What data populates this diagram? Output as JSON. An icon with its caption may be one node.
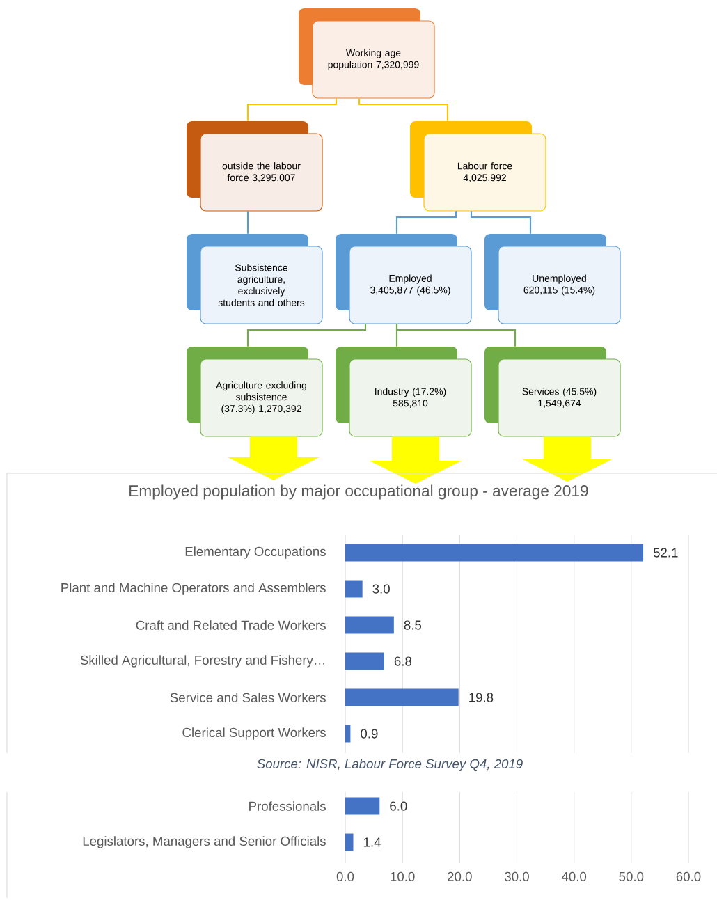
{
  "diagram": {
    "nodes": [
      {
        "text": [
          "Working age population 7,320,999"
        ]
      },
      {
        "text": [
          "outside the labour force 3,295,007"
        ]
      },
      {
        "text": [
          "Labour force 4,025,992"
        ]
      },
      {
        "text": [
          "Subsistence agriculture, exclusively students and others"
        ]
      },
      {
        "text": [
          "Employed 3,405,877 (46.5%)"
        ]
      },
      {
        "text": [
          "Unemployed 620,115 (15.4%)"
        ]
      },
      {
        "text": [
          "Agriculture excluding subsistence (37.3%) 1,270,392"
        ]
      },
      {
        "text": [
          "Industry (17.2%) 585,810"
        ]
      },
      {
        "text": [
          "Services (45.5%) 1,549,674"
        ]
      }
    ],
    "edges": [
      {
        "from": 0,
        "to": 1,
        "arrow": "none",
        "color": "#ffc000"
      },
      {
        "from": 0,
        "to": 2,
        "arrow": "none",
        "color": "#ffc000"
      },
      {
        "from": 1,
        "to": 3,
        "arrow": "none",
        "color": "#5b9bd5"
      },
      {
        "from": 2,
        "to": 4,
        "arrow": "none",
        "color": "#5b9bd5"
      },
      {
        "from": 2,
        "to": 5,
        "arrow": "none",
        "color": "#5b9bd5"
      },
      {
        "from": 4,
        "to": 6,
        "arrow": "none",
        "color": "#70ad47"
      },
      {
        "from": 4,
        "to": 7,
        "arrow": "none",
        "color": "#70ad47"
      },
      {
        "from": 4,
        "to": 8,
        "arrow": "none",
        "color": "#70ad47"
      },
      {
        "from": 6,
        "to": null,
        "arrow": "to",
        "style": "thick",
        "color": "#ffff00"
      },
      {
        "from": 7,
        "to": null,
        "arrow": "to",
        "style": "thick",
        "color": "#ffff00"
      },
      {
        "from": 8,
        "to": null,
        "arrow": "to",
        "style": "thick",
        "color": "#ffff00"
      }
    ],
    "labels": [
      "Source: NISR, Labour Force Survey Q4, 2019"
    ],
    "chart_data": {
      "type": "bar",
      "orientation": "horizontal",
      "title": "Employed population by major occupational group - average 2019",
      "categories": [
        "Elementary Occupations",
        "Plant and Machine Operators and Assemblers",
        "Craft and Related Trade Workers",
        "Skilled Agricultural, Forestry and Fishery…",
        "Service and Sales Workers",
        "Clerical Support Workers",
        "Professionals",
        "Legislators, Managers and Senior Officials"
      ],
      "series": [
        {
          "color": "#4472c4",
          "values": [
            52.1,
            3.0,
            8.5,
            6.8,
            19.8,
            0.9,
            6.0,
            1.4
          ]
        }
      ],
      "xlim": [
        0,
        60
      ],
      "xticks": [
        {
          "value": 0,
          "label": "0.0"
        },
        {
          "value": 10,
          "label": "10.0"
        },
        {
          "value": 20,
          "label": "20.0"
        },
        {
          "value": 30,
          "label": "30.0"
        },
        {
          "value": 40,
          "label": "40.0"
        },
        {
          "value": 50,
          "label": "50.0"
        },
        {
          "value": 60,
          "label": "60.0"
        }
      ],
      "value_labels": [
        "52.1",
        "3.0",
        "8.5",
        "6.8",
        "19.8",
        "0.9",
        "6.0",
        "1.4"
      ],
      "grid": true
    }
  }
}
